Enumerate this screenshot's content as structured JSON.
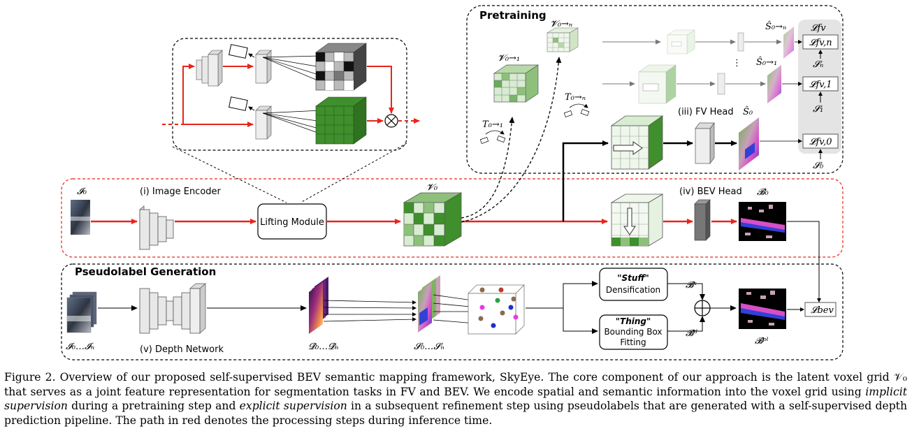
{
  "sections": {
    "pretraining": "Pretraining",
    "pseudolabel": "Pseudolabel Generation"
  },
  "modules": {
    "image_encoder": "(i) Image Encoder",
    "lifting": "Lifting Module",
    "fv_head": "(iii) FV Head",
    "bev_head": "(iv) BEV Head",
    "depth_network": "(v) Depth Network",
    "stuff_title": "\"Stuff\"",
    "stuff_sub": "Densification",
    "thing_title": "\"Thing\"",
    "thing_sub1": "Bounding Box",
    "thing_sub2": "Fitting"
  },
  "math": {
    "I0": "𝓘₀",
    "I_seq": "𝓘₀…𝓘ₙ",
    "V0": "𝓥₀",
    "V01": "𝓥₀→₁",
    "V0n": "𝓥₀→ₙ",
    "T01": "T₀→₁",
    "T0n": "T₀→ₙ",
    "S0n_hat": "Ŝ₀→ₙ",
    "S01_hat": "Ŝ₀→₁",
    "S0_hat": "Ŝ₀",
    "L_fv": "𝓛fv",
    "L_fvn": "𝓛fv,n",
    "L_fv1": "𝓛fv,1",
    "L_fv0": "𝓛fv,0",
    "S_n": "𝓢ₙ",
    "S_1": "𝓢₁",
    "S_0": "𝓢₀",
    "B0_hat": "𝓑̂₀",
    "D_seq": "𝓓̂₀…𝓓̂ₙ",
    "S_seq": "𝓢₀…𝓢ₙ",
    "Bs": "𝓑̂ˢ",
    "Bd": "𝓑̂ᵈ",
    "Bpl": "𝓑̂ᵖˡ",
    "L_bev": "𝓛bev",
    "dots": "⋮"
  },
  "caption": {
    "p1": "Figure 2. Overview of our proposed self-supervised BEV semantic mapping framework, SkyEye. The core component of our approach is the latent voxel grid 𝒱₀ that serves as a joint feature representation for segmentation tasks in FV and BEV. We encode spatial and semantic information into the voxel grid using ",
    "em1": "implicit supervision",
    "p2": " during a pretraining step and ",
    "em2": "explicit supervision",
    "p3": " in a subsequent refinement step using pseudolabels that are generated with a self-supervised depth prediction pipeline. The path in red denotes the processing steps during inference time."
  },
  "colors": {
    "red_path": "#e8241b",
    "voxel_dark": "#3f8f2c",
    "voxel_mid": "#8dc07a",
    "voxel_light": "#d7ecd0",
    "loss_panel": "#e4e4e4"
  }
}
